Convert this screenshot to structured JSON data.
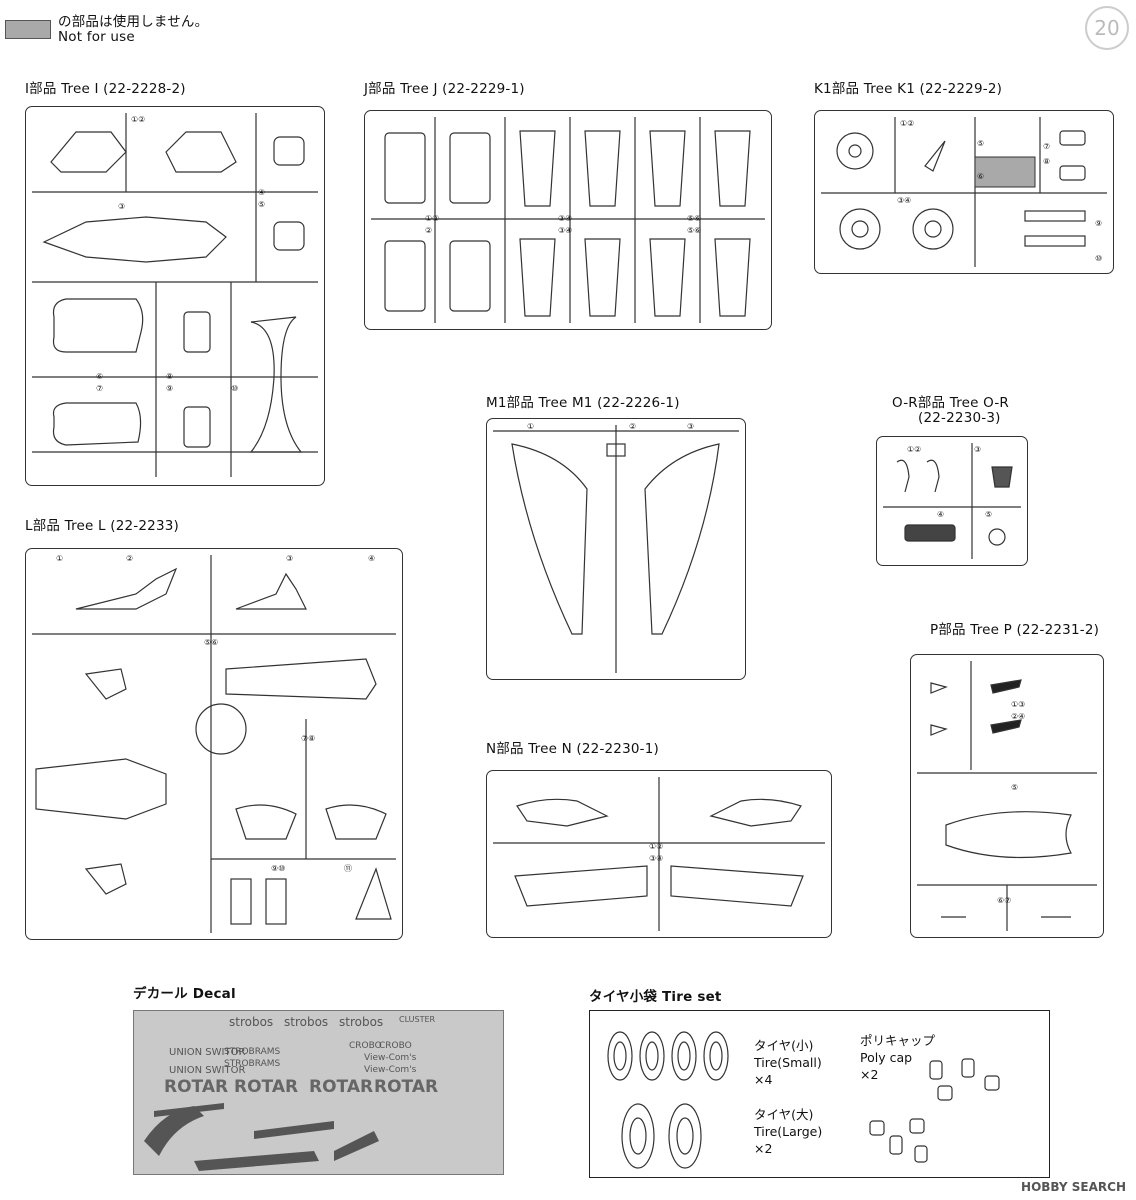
{
  "legend": {
    "jp": "の部品は使用しません。",
    "en": "Not for use"
  },
  "page_number": "20",
  "trees": {
    "I": {
      "title": "I部品  Tree I (22-2228-2)",
      "parts": [
        "1",
        "2",
        "3",
        "4",
        "5",
        "6",
        "7",
        "8",
        "9",
        "10"
      ]
    },
    "J": {
      "title": "J部品  Tree J (22-2229-1)",
      "parts": [
        "1",
        "2",
        "3",
        "4",
        "5",
        "6"
      ]
    },
    "K1": {
      "title": "K1部品  Tree K1 (22-2229-2)",
      "parts": [
        "1",
        "2",
        "3",
        "4",
        "5",
        "6",
        "7",
        "8",
        "9",
        "10"
      ]
    },
    "M1": {
      "title": "M1部品  Tree M1 (22-2226-1)",
      "parts": [
        "1",
        "2",
        "3"
      ]
    },
    "OR": {
      "title": "O-R部品  Tree O-R",
      "code": "(22-2230-3)",
      "parts": [
        "1",
        "2",
        "3",
        "4",
        "5"
      ]
    },
    "L": {
      "title": "L部品  Tree L (22-2233)",
      "parts": [
        "1",
        "2",
        "3",
        "4",
        "5",
        "6",
        "7",
        "8",
        "9",
        "10",
        "11"
      ]
    },
    "P": {
      "title": "P部品  Tree P (22-2231-2)",
      "parts": [
        "1",
        "2",
        "3",
        "4",
        "5",
        "6",
        "7"
      ]
    },
    "N": {
      "title": "N部品  Tree N (22-2230-1)",
      "parts": [
        "1",
        "2",
        "3",
        "4"
      ]
    }
  },
  "decal": {
    "title": "デカール  Decal",
    "texts": [
      "strobos",
      "strobos",
      "strobos",
      "CLUSTER",
      "ROTAR",
      "ROTAR",
      "ROTAR",
      "ROTAR",
      "STROBRAMS",
      "STROBRAMS",
      "UNION SWITOR",
      "UNION SWITOR",
      "View-Com's",
      "View-Com's",
      "CROBO",
      "CROBO"
    ]
  },
  "tire_set": {
    "title": "タイヤ小袋  Tire set",
    "small_jp": "タイヤ(小)",
    "small_en": "Tire(Small)",
    "small_qty": "×4",
    "large_jp": "タイヤ(大)",
    "large_en": "Tire(Large)",
    "large_qty": "×2",
    "poly_jp": "ポリキャップ",
    "poly_en": "Poly cap",
    "poly_qty": "×2"
  },
  "watermark": "HOBBY SEARCH"
}
